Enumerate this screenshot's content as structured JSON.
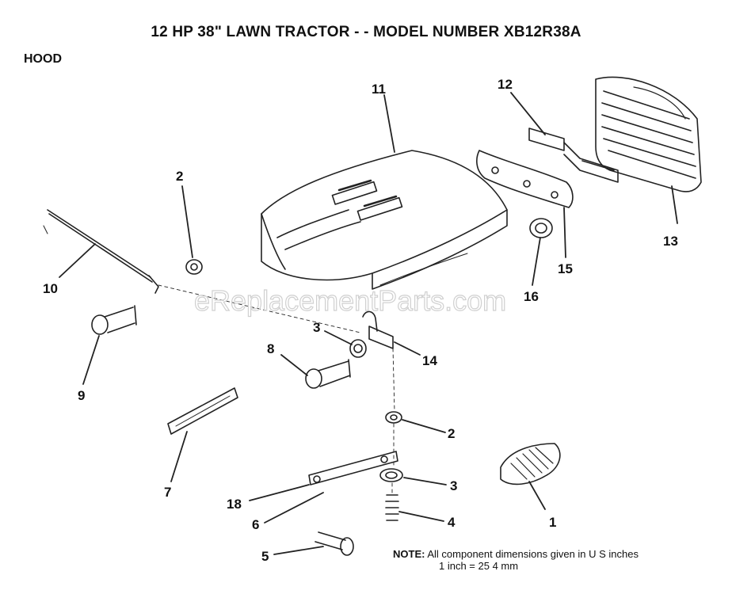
{
  "title": "12 HP 38\" LAWN TRACTOR - - MODEL NUMBER XB12R38A",
  "section": "HOOD",
  "watermark": "eReplacementParts.com",
  "note": {
    "label": "NOTE:",
    "line1": "All component dimensions given in U S  inches",
    "line2": "1 inch = 25 4 mm"
  },
  "callouts": [
    "1",
    "2",
    "2",
    "3",
    "3",
    "4",
    "5",
    "6",
    "7",
    "8",
    "9",
    "10",
    "11",
    "12",
    "13",
    "14",
    "15",
    "16",
    "18"
  ]
}
